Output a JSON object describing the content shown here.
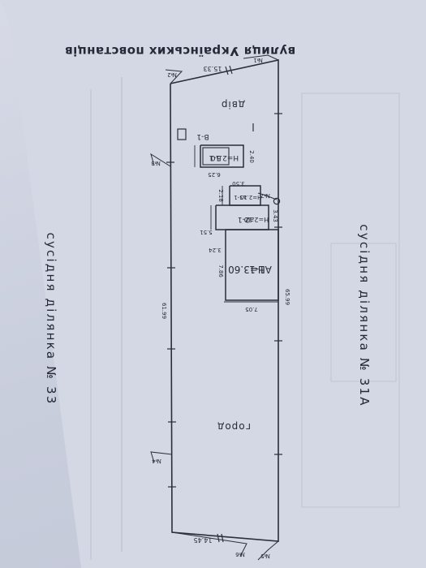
{
  "labels": {
    "street": "вулиця Українських повстанців",
    "neighbor_left": "сусідня ділянка № 33",
    "neighbor_right": "сусідня ділянка № 31А",
    "yard": "двір",
    "garden": "город"
  },
  "points": [
    "№1",
    "№2",
    "№3",
    "№4",
    "№5",
    "№6",
    "№7"
  ],
  "buildings": {
    "a1": {
      "name": "А1-1",
      "height": "Н=3.60"
    },
    "a2": {
      "name": "а2-1",
      "height": "Н=2.30"
    },
    "a3": {
      "name": "а3-1",
      "height": "Н=2.15"
    },
    "b": {
      "name": "Б-1",
      "height": "Н=2.10"
    },
    "v": {
      "name": "В-1"
    }
  },
  "dimensions": {
    "top": "15.33",
    "bottom": "14.45",
    "left": "61.99",
    "right": "65.99",
    "a1_width": "7.05",
    "a1_depth": "7.86",
    "a1_step": "3.24",
    "a2_depth": "5.51",
    "a2_step": "3.43",
    "a3_depth": "2.18",
    "a3_width": "3.50",
    "b_width": "6.25",
    "b_depth": "2.40"
  },
  "colors": {
    "ink": "#2a2d3a",
    "paper": "#d3d7e3"
  }
}
